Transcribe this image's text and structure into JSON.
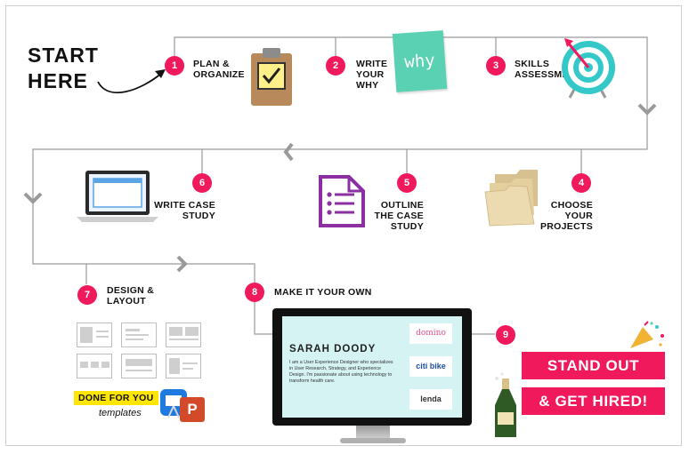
{
  "start": {
    "line1": "START",
    "line2": "HERE"
  },
  "steps": [
    {
      "num": "1",
      "line1": "PLAN &",
      "line2": "ORGANIZE"
    },
    {
      "num": "2",
      "line1": "WRITE",
      "line2": "YOUR",
      "line3": "WHY"
    },
    {
      "num": "3",
      "line1": "SKILLS",
      "line2": "ASSESSMENT"
    },
    {
      "num": "4",
      "line1": "CHOOSE",
      "line2": "YOUR",
      "line3": "PROJECTS"
    },
    {
      "num": "5",
      "line1": "OUTLINE",
      "line2": "THE CASE",
      "line3": "STUDY"
    },
    {
      "num": "6",
      "line1": "WRITE CASE",
      "line2": "STUDY"
    },
    {
      "num": "7",
      "line1": "DESIGN &",
      "line2": "LAYOUT"
    },
    {
      "num": "8",
      "line1": "MAKE IT YOUR OWN"
    },
    {
      "num": "9"
    }
  ],
  "note_word": "why",
  "templates": {
    "badge": "DONE FOR YOU",
    "caption": "templates",
    "app_letter": "P"
  },
  "portfolio": {
    "name": "SARAH DOODY",
    "bio": "I am a User Experience Designer who specializes in User Research, Strategy, and Experience Design. I'm passionate about using technology to transform health care.",
    "logos": [
      "domino",
      "citi bike",
      "lenda"
    ]
  },
  "cta": {
    "line1": "STAND OUT",
    "line2": "& GET HIRED!"
  },
  "colors": {
    "accent": "#f0195c",
    "highlight": "#ffe600",
    "note": "#5ad1b3",
    "folder": "#ead8ad",
    "clipboard": "#b8895a"
  }
}
